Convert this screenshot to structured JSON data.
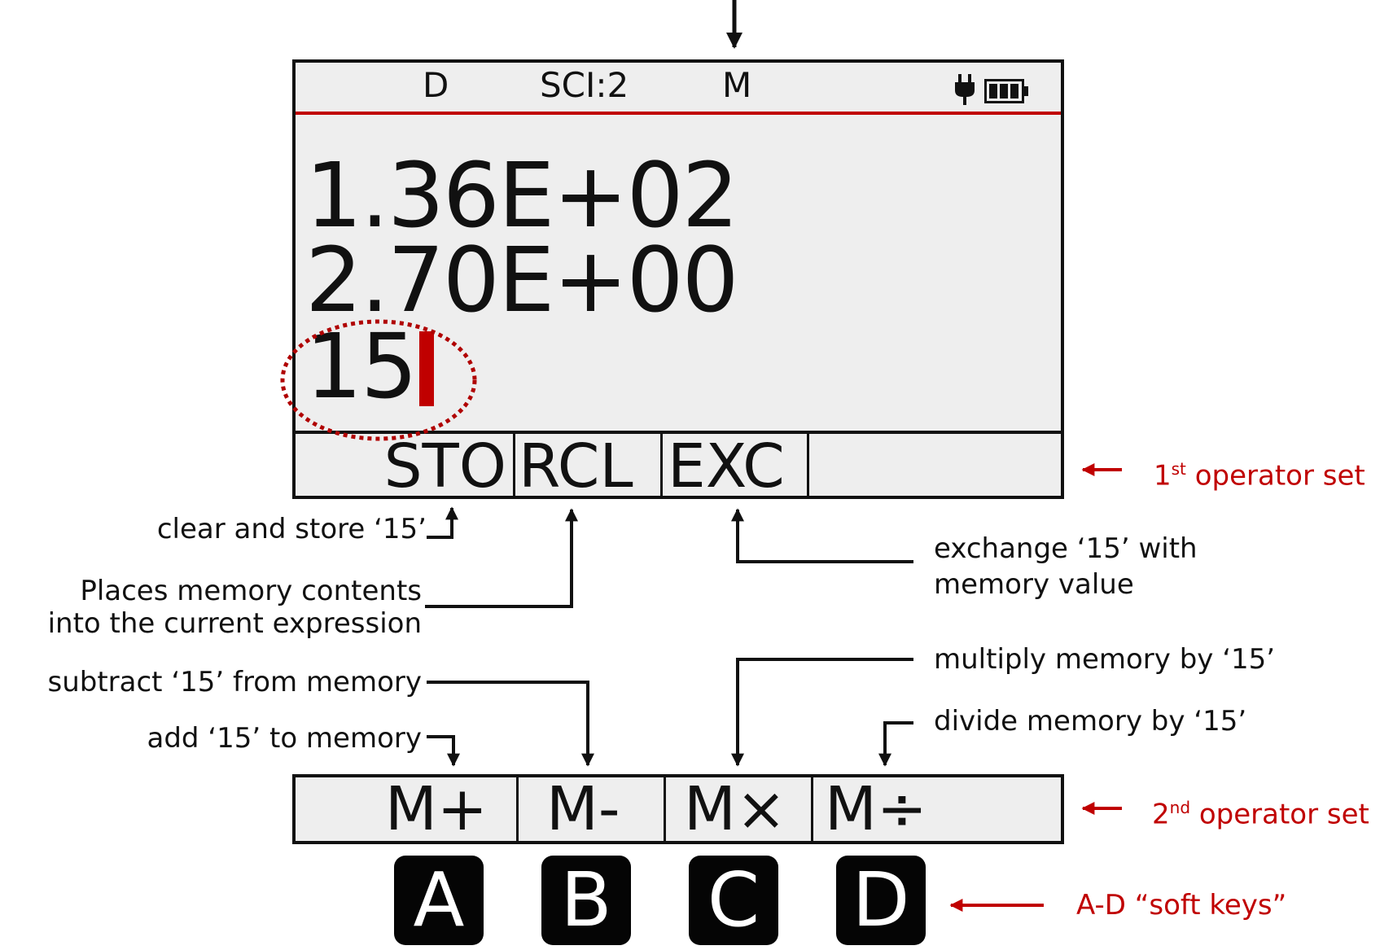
{
  "screen": {
    "status": {
      "angle_mode": "D",
      "display_mode": "SCI:2",
      "memory_indicator": "M"
    },
    "stack": [
      "1.36E+02",
      "2.70E+00",
      "15"
    ]
  },
  "operator_set_1": {
    "keys": [
      "STO",
      "RCL",
      "EXC",
      ""
    ],
    "label_num": "1",
    "label_sup": "st",
    "label_rest": " operator set"
  },
  "operator_set_2": {
    "keys": [
      "M+",
      "M-",
      "M×",
      "M÷"
    ],
    "label_num": "2",
    "label_sup": "nd",
    "label_rest": " operator set"
  },
  "soft_keys": {
    "keys": [
      "A",
      "B",
      "C",
      "D"
    ],
    "label": "A-D “soft keys”"
  },
  "annotations": {
    "sto": "clear and store ‘15’",
    "rcl_line1": "Places memory contents",
    "rcl_line2": "into the current expression",
    "exc_line1": "exchange ‘15’ with",
    "exc_line2": "memory value",
    "m_minus": "subtract ‘15’ from memory",
    "m_plus": "add ‘15’ to memory",
    "m_times": "multiply memory by ‘15’",
    "m_divide": "divide memory by ‘15’"
  },
  "colors": {
    "accent": "#c00000",
    "screen_bg": "#eeeeee",
    "key_bg": "#050505"
  },
  "icons": [
    "plug-icon",
    "battery-icon"
  ]
}
